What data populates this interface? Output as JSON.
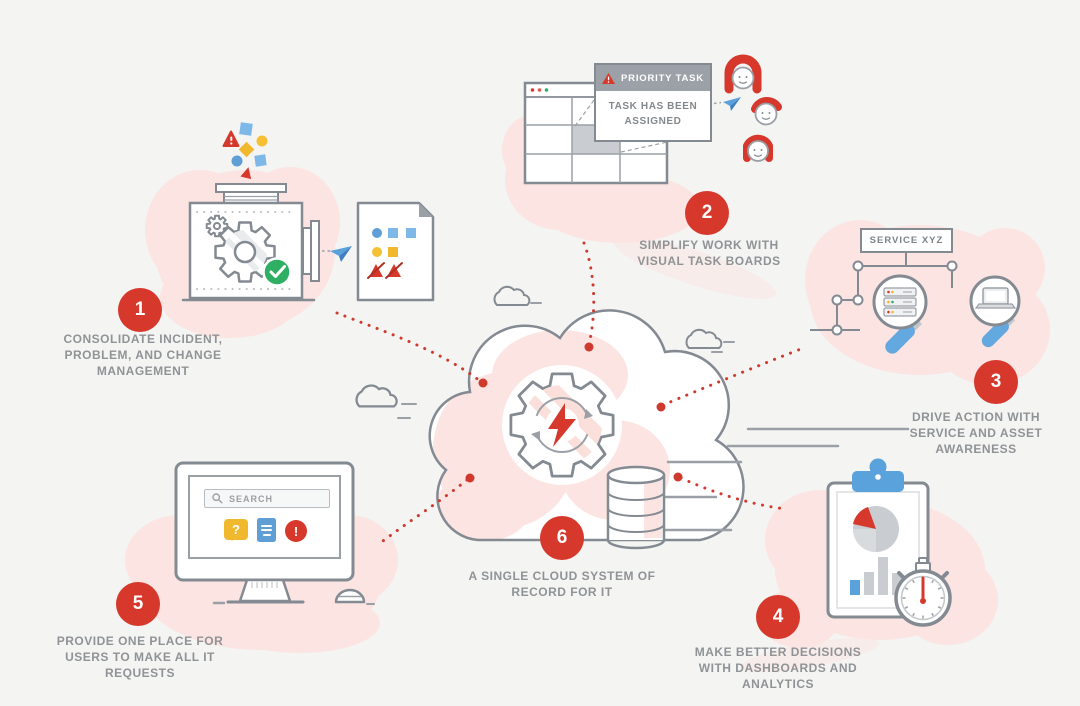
{
  "steps": [
    {
      "number": "1",
      "label": "CONSOLIDATE INCIDENT, PROBLEM, AND CHANGE MANAGEMENT"
    },
    {
      "number": "2",
      "label": "SIMPLIFY WORK WITH VISUAL TASK BOARDS"
    },
    {
      "number": "3",
      "label": "DRIVE ACTION WITH SERVICE AND ASSET AWARENESS"
    },
    {
      "number": "4",
      "label": "MAKE BETTER DECISIONS WITH DASHBOARDS AND ANALYTICS"
    },
    {
      "number": "5",
      "label": "PROVIDE ONE PLACE FOR USERS TO MAKE ALL IT REQUESTS"
    },
    {
      "number": "6",
      "label": "A SINGLE CLOUD SYSTEM OF RECORD FOR IT"
    }
  ],
  "task_board": {
    "popup_header": "PRIORITY TASK",
    "popup_body": "TASK HAS BEEN ASSIGNED"
  },
  "service_map": {
    "box_label": "SERVICE XYZ"
  },
  "portal": {
    "search_placeholder": "SEARCH",
    "question_glyph": "?",
    "alert_glyph": "!"
  },
  "colors": {
    "accent_red": "#d6382c",
    "blue": "#5f9fd6",
    "yellow": "#f0b82d",
    "green": "#2eaf64",
    "outline_gray": "#848a92",
    "pink": "#fbe4e1",
    "label_gray": "#909396"
  }
}
